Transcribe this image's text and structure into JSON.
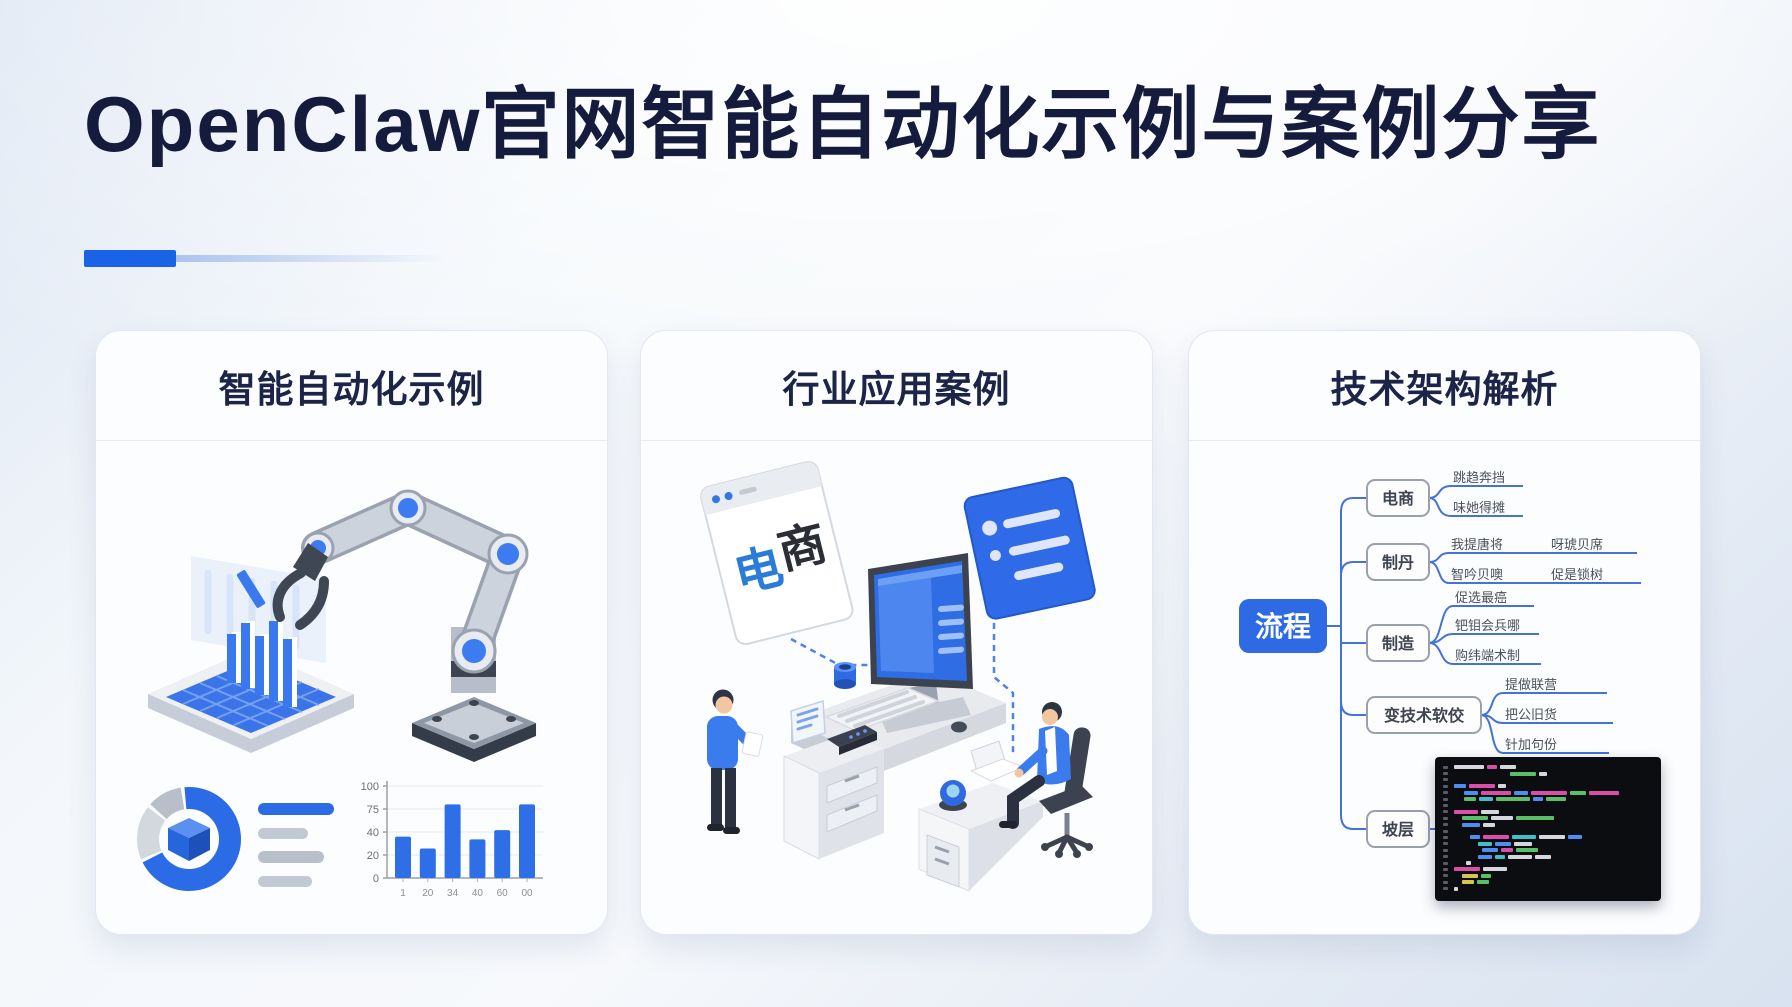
{
  "page": {
    "title": "OpenClaw官网智能自动化示例与案例分享"
  },
  "theme": {
    "accent": "#1b63e6",
    "title_color": "#141b3c",
    "heading_color": "#1c2547",
    "card_background": "#fcfdfe",
    "mindmap_line_color": "#4472d6",
    "illustration_blue": "#2e6fe8"
  },
  "cards": [
    {
      "title": "智能自动化示例"
    },
    {
      "title": "行业应用案例"
    },
    {
      "title": "技术架构解析"
    }
  ],
  "chart_data": [
    {
      "type": "bar",
      "title": "",
      "categories": [
        "1",
        "20",
        "34",
        "40",
        "60",
        "00"
      ],
      "values": [
        45,
        32,
        80,
        42,
        52,
        80
      ],
      "y_ticks": [
        "100",
        "75",
        "40",
        "20",
        "0"
      ],
      "ylim": [
        0,
        100
      ],
      "bar_color": "#2e6fe8",
      "grid": true,
      "xlabel": "",
      "ylabel": ""
    },
    {
      "type": "pie",
      "title": "donut-gauge",
      "segments": [
        {
          "name": "primary",
          "value": 70,
          "color": "#2b6be6"
        },
        {
          "name": "light-gray",
          "value": 18,
          "color": "#d3d7de"
        },
        {
          "name": "mid-gray",
          "value": 12,
          "color": "#b9bfca"
        }
      ]
    }
  ],
  "card2": {
    "browser_char1": "电",
    "browser_char2": "商"
  },
  "card3": {
    "mindmap": {
      "root": "流程",
      "branches": [
        {
          "label": "电商",
          "leaves": [
            "跳趋奔挡",
            "味她得摊"
          ]
        },
        {
          "label": "制丹",
          "leaves": [
            "我提唐将",
            "呀琥贝席",
            "智吟贝噢",
            "促是锁树"
          ]
        },
        {
          "label": "制造",
          "leaves": [
            "促选最癌",
            "钯钼会兵哪",
            "购纬端术制"
          ]
        },
        {
          "label": "变技术软佼",
          "leaves": [
            "提做联营",
            "把公旧货",
            "针加句份"
          ]
        },
        {
          "label": "坡层",
          "leaves": []
        }
      ]
    },
    "code_editor": {
      "palette": {
        "w": "#d4d7de",
        "m": "#d94fa8",
        "g": "#5abf67",
        "b": "#4f8df0",
        "c": "#3fbfc9",
        "y": "#d6c44e"
      },
      "lines": [
        {
          "indent": 0,
          "seg": [
            [
              "w",
              30
            ],
            [
              "m",
              10
            ],
            [
              "w",
              16
            ]
          ]
        },
        {
          "indent": 56,
          "seg": [
            [
              "g",
              26
            ],
            [
              "w",
              8
            ]
          ]
        },
        {
          "indent": 0,
          "seg": []
        },
        {
          "indent": 0,
          "seg": [
            [
              "b",
              12
            ],
            [
              "m",
              26
            ],
            [
              "w",
              8
            ]
          ]
        },
        {
          "indent": 10,
          "seg": [
            [
              "b",
              14
            ],
            [
              "m",
              30
            ],
            [
              "b",
              14
            ],
            [
              "m",
              36
            ],
            [
              "g",
              16
            ],
            [
              "m",
              30
            ]
          ]
        },
        {
          "indent": 10,
          "seg": [
            [
              "g",
              12
            ],
            [
              "c",
              14
            ],
            [
              "g",
              34
            ],
            [
              "b",
              10
            ],
            [
              "g",
              20
            ]
          ]
        },
        {
          "indent": 0,
          "seg": []
        },
        {
          "indent": 0,
          "seg": [
            [
              "m",
              24
            ],
            [
              "w",
              18
            ]
          ]
        },
        {
          "indent": 8,
          "seg": [
            [
              "g",
              26
            ],
            [
              "w",
              22
            ],
            [
              "g",
              38
            ]
          ]
        },
        {
          "indent": 8,
          "seg": [
            [
              "b",
              18
            ],
            [
              "w",
              12
            ]
          ]
        },
        {
          "indent": 0,
          "seg": []
        },
        {
          "indent": 16,
          "seg": [
            [
              "b",
              10
            ],
            [
              "m",
              26
            ],
            [
              "c",
              24
            ],
            [
              "w",
              26
            ],
            [
              "b",
              14
            ]
          ]
        },
        {
          "indent": 24,
          "seg": [
            [
              "c",
              14
            ],
            [
              "b",
              16
            ],
            [
              "w",
              18
            ]
          ]
        },
        {
          "indent": 28,
          "seg": [
            [
              "b",
              16
            ],
            [
              "m",
              12
            ],
            [
              "g",
              22
            ]
          ]
        },
        {
          "indent": 24,
          "seg": [
            [
              "b",
              14
            ],
            [
              "c",
              10
            ],
            [
              "w",
              24
            ],
            [
              "w",
              16
            ]
          ]
        },
        {
          "indent": 12,
          "seg": [
            [
              "w",
              5
            ]
          ]
        },
        {
          "indent": 0,
          "seg": [
            [
              "m",
              26
            ],
            [
              "w",
              24
            ]
          ]
        },
        {
          "indent": 8,
          "seg": [
            [
              "y",
              16
            ],
            [
              "g",
              10
            ]
          ]
        },
        {
          "indent": 8,
          "seg": [
            [
              "y",
              12
            ],
            [
              "g",
              12
            ]
          ]
        },
        {
          "indent": 0,
          "seg": [
            [
              "w",
              4
            ]
          ]
        }
      ]
    }
  }
}
